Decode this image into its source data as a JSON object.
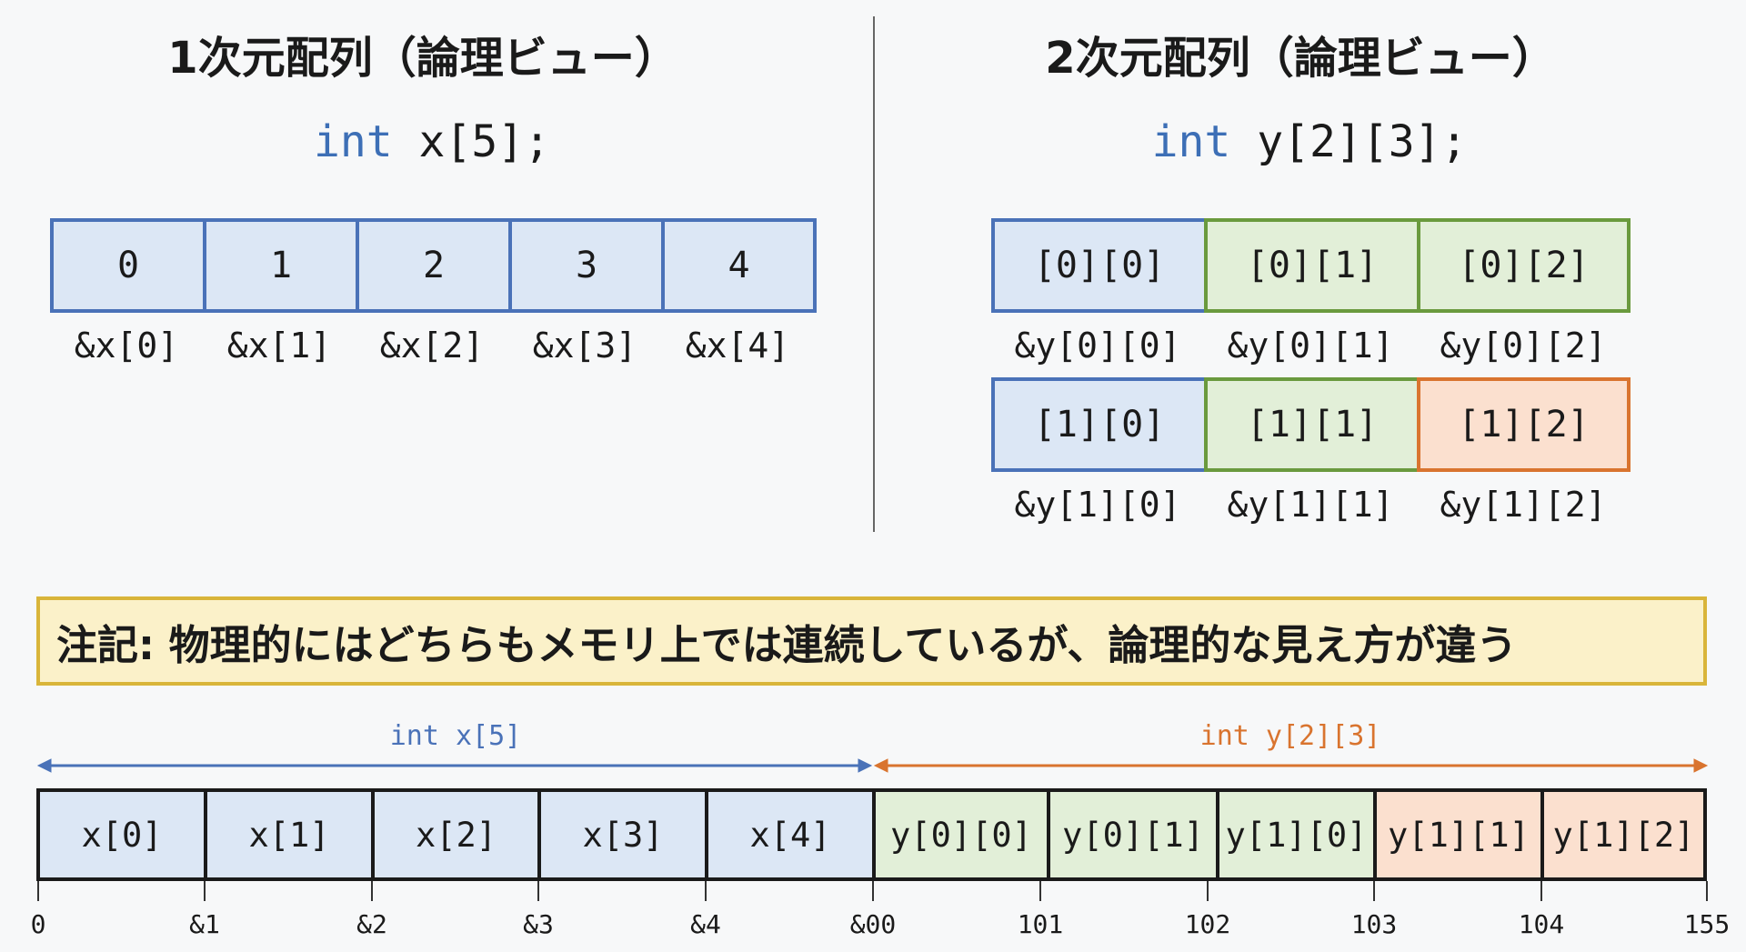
{
  "left": {
    "title": "1次元配列（論理ビュー）",
    "decl_kw": "int",
    "decl_rest": " x[5];",
    "cells": [
      "0",
      "1",
      "2",
      "3",
      "4"
    ],
    "addrs": [
      "&x[0]",
      "&x[1]",
      "&x[2]",
      "&x[3]",
      "&x[4]"
    ]
  },
  "right": {
    "title": "2次元配列（論理ビュー）",
    "decl_kw": "int",
    "decl_rest": " y[2][3];",
    "rows": [
      {
        "cells": [
          "[0][0]",
          "[0][1]",
          "[0][2]"
        ],
        "addrs": [
          "&y[0][0]",
          "&y[0][1]",
          "&y[0][2]"
        ]
      },
      {
        "cells": [
          "[1][0]",
          "[1][1]",
          "[1][2]"
        ],
        "addrs": [
          "&y[1][0]",
          "&y[1][1]",
          "&y[1][2]"
        ]
      }
    ]
  },
  "note": "注記: 物理的にはどちらもメモリ上では連続しているが、論理的な見え方が違う",
  "memory": {
    "x_label": "int x[5]",
    "y_label": "int y[2][3]",
    "cells": [
      "x[0]",
      "x[1]",
      "x[2]",
      "x[3]",
      "x[4]",
      "y[0][0]",
      "y[0][1]",
      "y[1][0]",
      "y[1][1]",
      "y[1][2]"
    ],
    "ticks": [
      "0",
      "&1",
      "&2",
      "&3",
      "&4",
      "&00",
      "101",
      "102",
      "103",
      "104",
      "155"
    ]
  },
  "colors": {
    "blue": "#4a72b8",
    "green": "#6a9a3e",
    "orange": "#d9742f",
    "note_border": "#d9b53a"
  }
}
